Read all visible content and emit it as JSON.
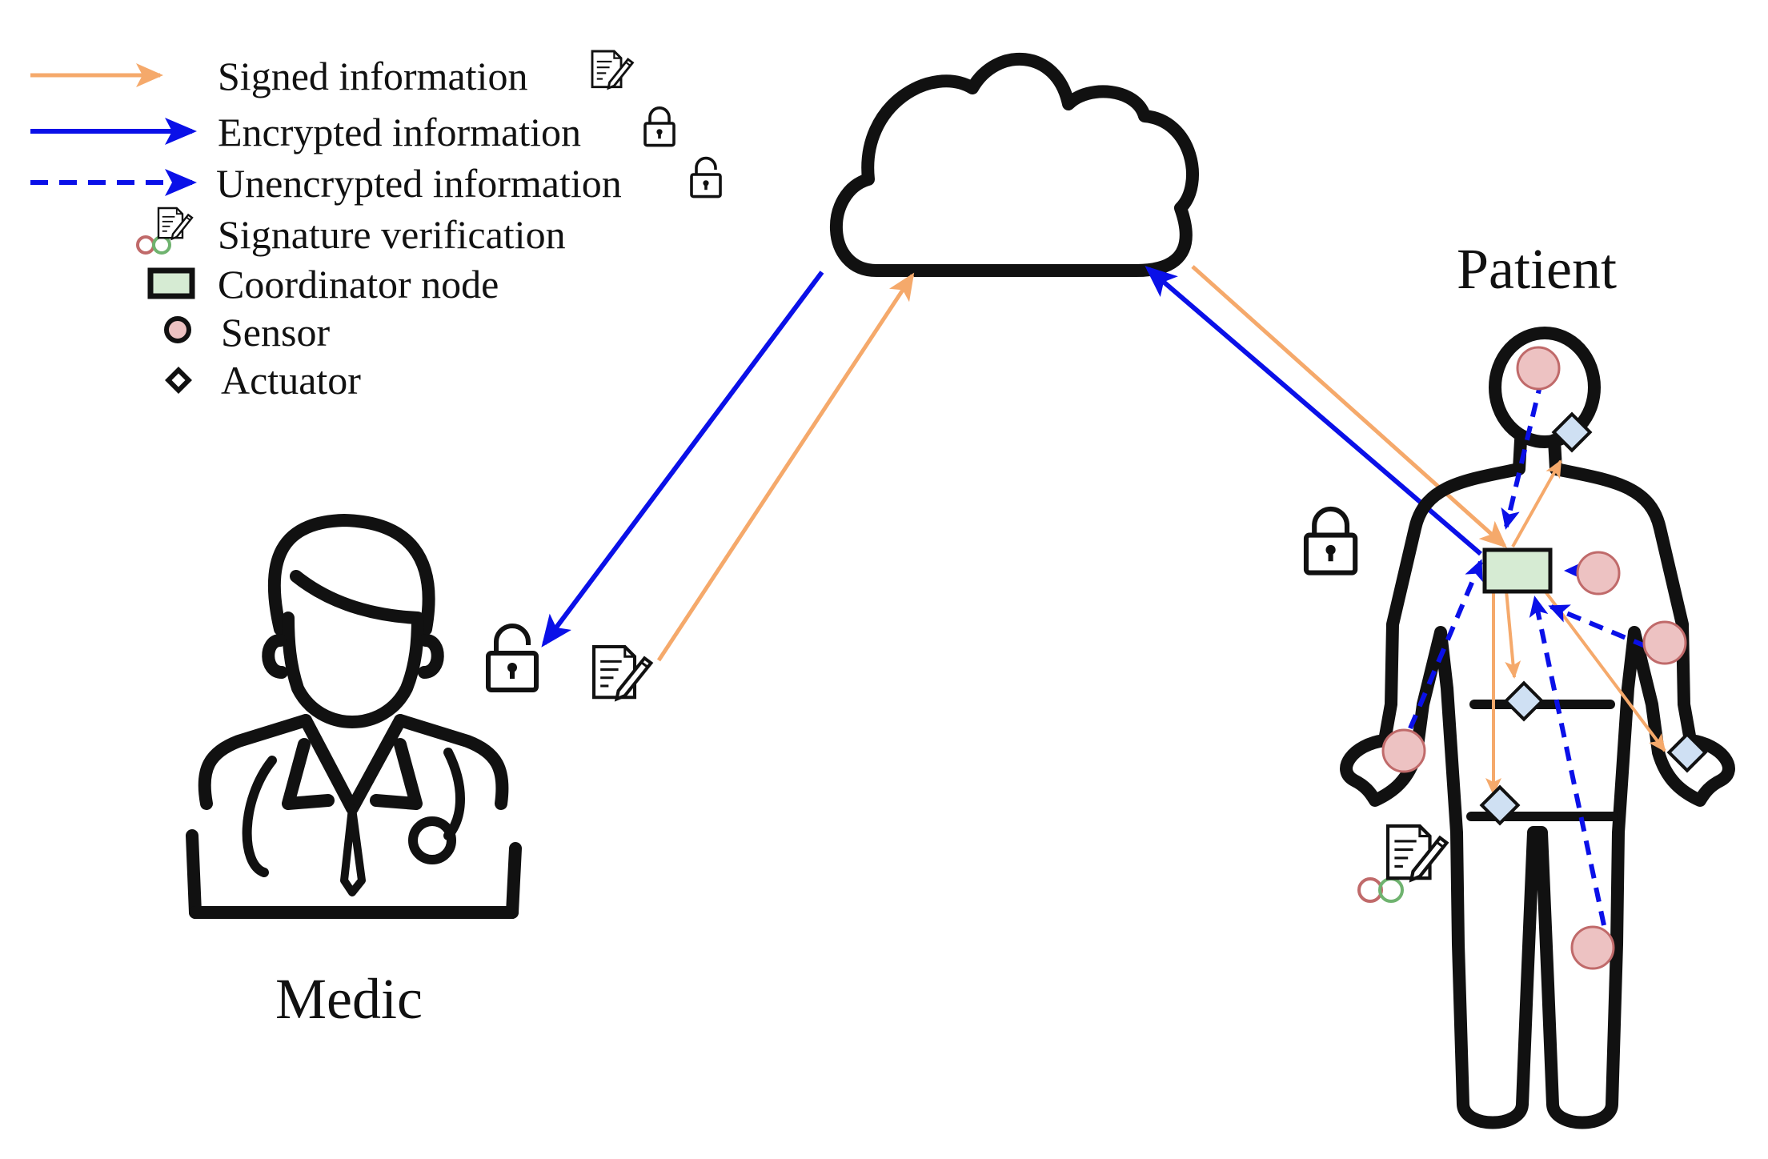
{
  "legend": {
    "signed": "Signed information",
    "encrypted": "Encrypted information",
    "unencrypted": "Unencrypted information",
    "verification": "Signature verification",
    "coordinator": "Coordinator node",
    "sensor": "Sensor",
    "actuator": "Actuator"
  },
  "labels": {
    "medic": "Medic",
    "patient": "Patient"
  },
  "colors": {
    "signed": "#F5A96B",
    "encrypted": "#0A10E8",
    "sensor_fill": "#EDC2C2",
    "sensor_stroke": "#C06A6A",
    "actuator_fill": "#CFE0F3",
    "coordinator_fill": "#D6EBD3"
  },
  "icons": [
    "document-sign-icon",
    "lock-closed-icon",
    "lock-open-icon",
    "verification-icon",
    "cloud-icon",
    "doctor-icon",
    "human-body-icon"
  ]
}
